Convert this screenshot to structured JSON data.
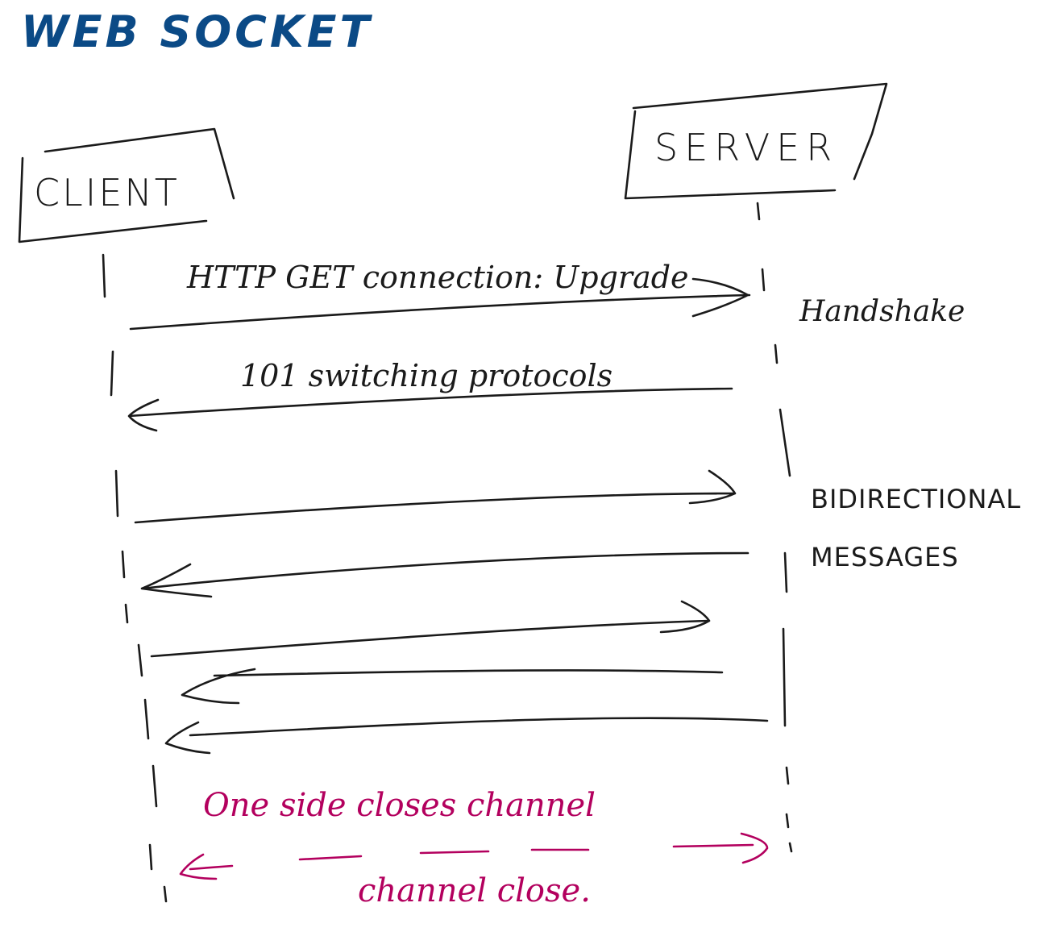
{
  "title": "WEB SOCKET",
  "participants": {
    "client": "CLIENT",
    "server": "SERVER"
  },
  "messages": {
    "upgrade_request": "HTTP GET connection: Upgrade",
    "switching": "101 switching protocols"
  },
  "phases": {
    "handshake": "Handshake",
    "bidirectional_line1": "BIDIRECTIONAL",
    "bidirectional_line2": "MESSAGES"
  },
  "closing": {
    "note": "One side closes channel",
    "label": "channel close."
  },
  "colors": {
    "title_ink": "#0b4a86",
    "ink": "#1a1a1a",
    "close_ink": "#b3005e"
  }
}
